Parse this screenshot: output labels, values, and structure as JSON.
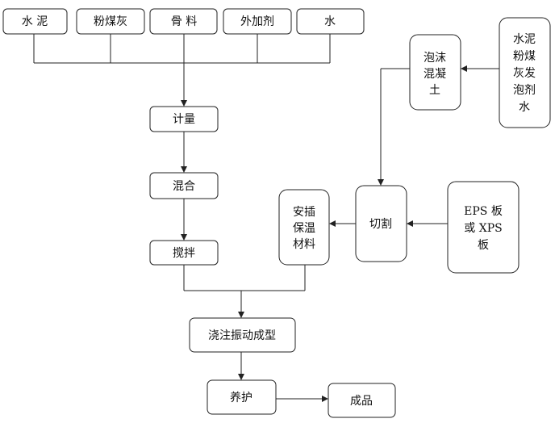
{
  "nodes": {
    "cement": "水 泥",
    "fly_ash": "粉煤灰",
    "aggregate": "骨 料",
    "admixture": "外加剂",
    "water": "水",
    "metering": "计量",
    "mixing": "混合",
    "stirring": "搅拌",
    "foam_concrete": [
      "泡沫",
      "混凝",
      "土"
    ],
    "foam_materials": [
      "水泥",
      "粉煤",
      "灰发",
      "泡剂",
      "水"
    ],
    "cutting": "切割",
    "board": [
      "EPS 板",
      "或 XPS",
      "板"
    ],
    "insert_insulation": [
      "安插",
      "保温",
      "材料"
    ],
    "casting": "浇注振动成型",
    "curing": "养护",
    "product": "成品"
  }
}
